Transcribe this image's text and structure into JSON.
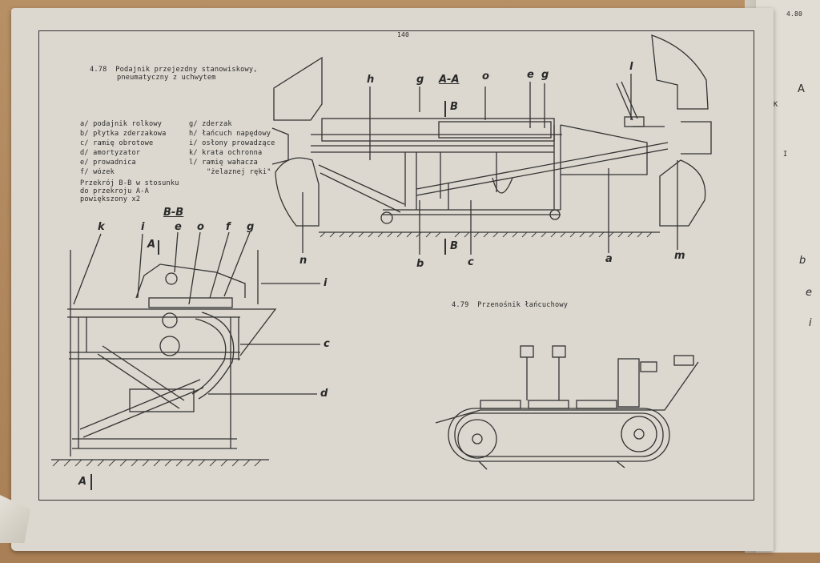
{
  "page_number": "140",
  "next_page_number": "4.80",
  "fig_478": {
    "caption_line1": "4.78  Podajnik przejezdny stanowiskowy,",
    "caption_line2": "pneumatyczny z uchwytem",
    "legend": [
      "a/ podajnik rolkowy",
      "b/ płytka zderzakowa",
      "c/ ramię obrotowe",
      "d/ amortyzator",
      "e/ prowadnica",
      "f/ wózek",
      "g/ zderzak",
      "h/ łańcuch napędowy",
      "i/ osłony prowadzące",
      "k/ krata ochronna",
      "l/ ramię wahacza",
      "\"żelaznej ręki\""
    ],
    "note_line1": "Przekrój B-B w stosunku",
    "note_line2": "do przekroju A-A",
    "note_line3": "powiększony x2"
  },
  "section_aa": {
    "title": "A-A",
    "cut_mark": "B",
    "labels": {
      "h": "h",
      "g": "g",
      "o": "o",
      "e": "e",
      "g2": "g",
      "l": "l",
      "n": "n",
      "b": "b",
      "c": "c",
      "a": "a",
      "m": "m"
    }
  },
  "section_bb": {
    "title": "B-B",
    "cut_mark": "A",
    "labels": {
      "k": "k",
      "i": "i",
      "e": "e",
      "o": "o",
      "f": "f",
      "g": "g",
      "i2": "i",
      "c": "c",
      "d": "d"
    }
  },
  "fig_479": {
    "caption": "4.79  Przenośnik łańcuchowy"
  },
  "right_page_labels": [
    "A",
    "K",
    "I",
    "b",
    "e",
    "i"
  ]
}
